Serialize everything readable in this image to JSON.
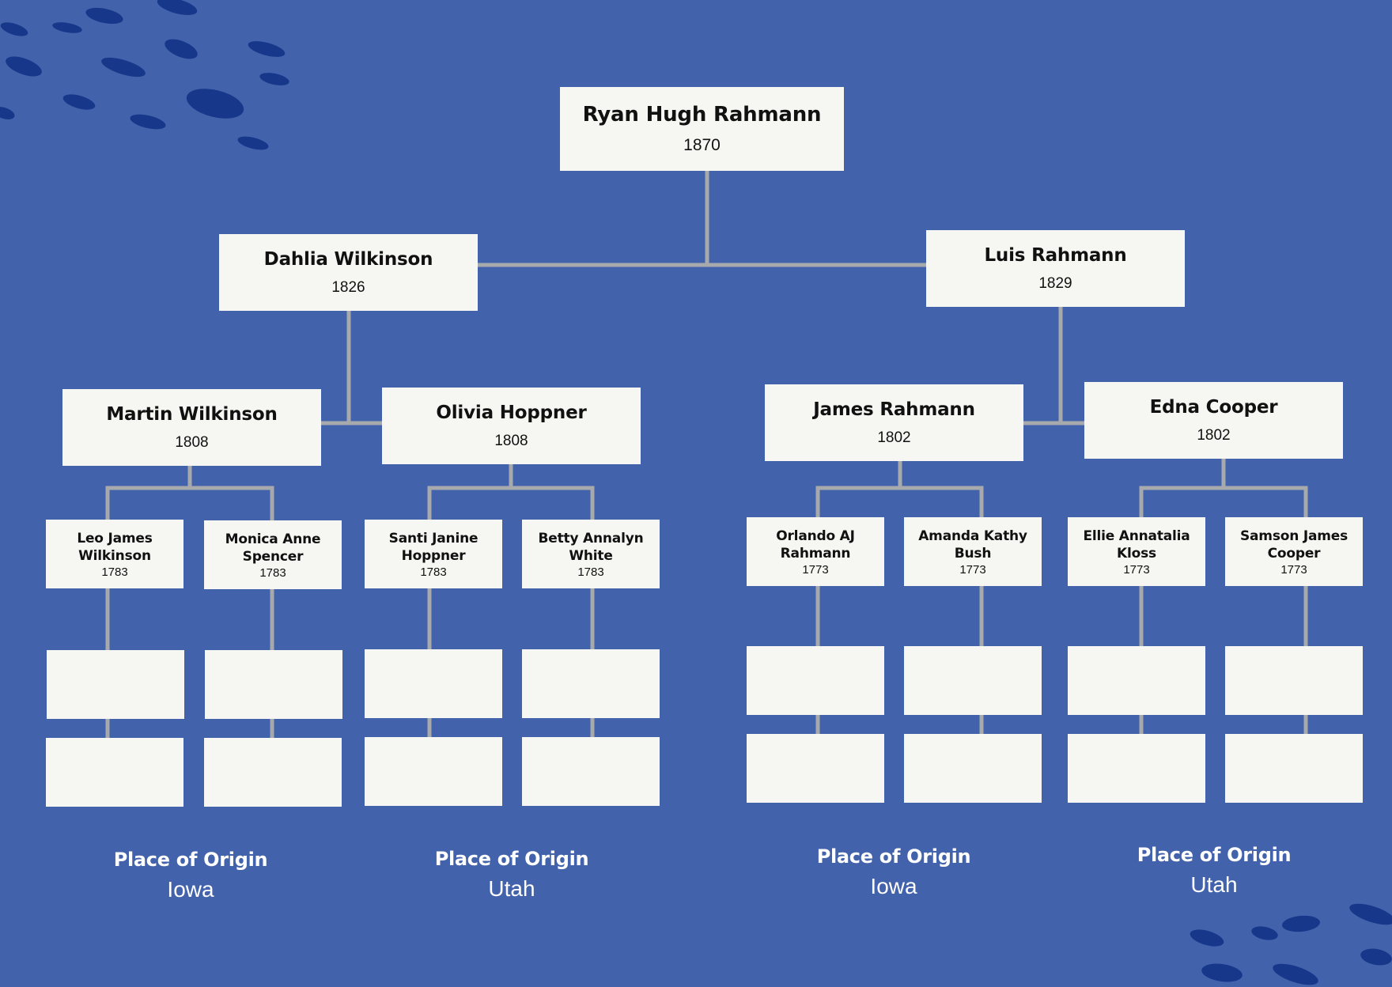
{
  "colors": {
    "background": "#4262ab",
    "box": "#f6f6f2",
    "connector": "#a7a9ad",
    "decor_dots": "#16378a"
  },
  "tree": {
    "root": {
      "name": "Ryan Hugh Rahmann",
      "year": "1870"
    },
    "parents": [
      {
        "name": "Dahlia Wilkinson",
        "year": "1826"
      },
      {
        "name": "Luis Rahmann",
        "year": "1829"
      }
    ],
    "grandparents": [
      {
        "name": "Martin Wilkinson",
        "year": "1808"
      },
      {
        "name": "Olivia Hoppner",
        "year": "1808"
      },
      {
        "name": "James Rahmann",
        "year": "1802"
      },
      {
        "name": "Edna Cooper",
        "year": "1802"
      }
    ],
    "great_grandparents": [
      {
        "name": "Leo James Wilkinson",
        "year": "1783"
      },
      {
        "name": "Monica Anne Spencer",
        "year": "1783"
      },
      {
        "name": "Santi Janine Hoppner",
        "year": "1783"
      },
      {
        "name": "Betty Annalyn White",
        "year": "1783"
      },
      {
        "name": "Orlando AJ Rahmann",
        "year": "1773"
      },
      {
        "name": "Amanda Kathy Bush",
        "year": "1773"
      },
      {
        "name": "Ellie Annatalia Kloss",
        "year": "1773"
      },
      {
        "name": "Samson James Cooper",
        "year": "1773"
      }
    ]
  },
  "origins": [
    {
      "label": "Place of Origin",
      "value": "Iowa"
    },
    {
      "label": "Place of Origin",
      "value": "Utah"
    },
    {
      "label": "Place of Origin",
      "value": "Iowa"
    },
    {
      "label": "Place of Origin",
      "value": "Utah"
    }
  ]
}
